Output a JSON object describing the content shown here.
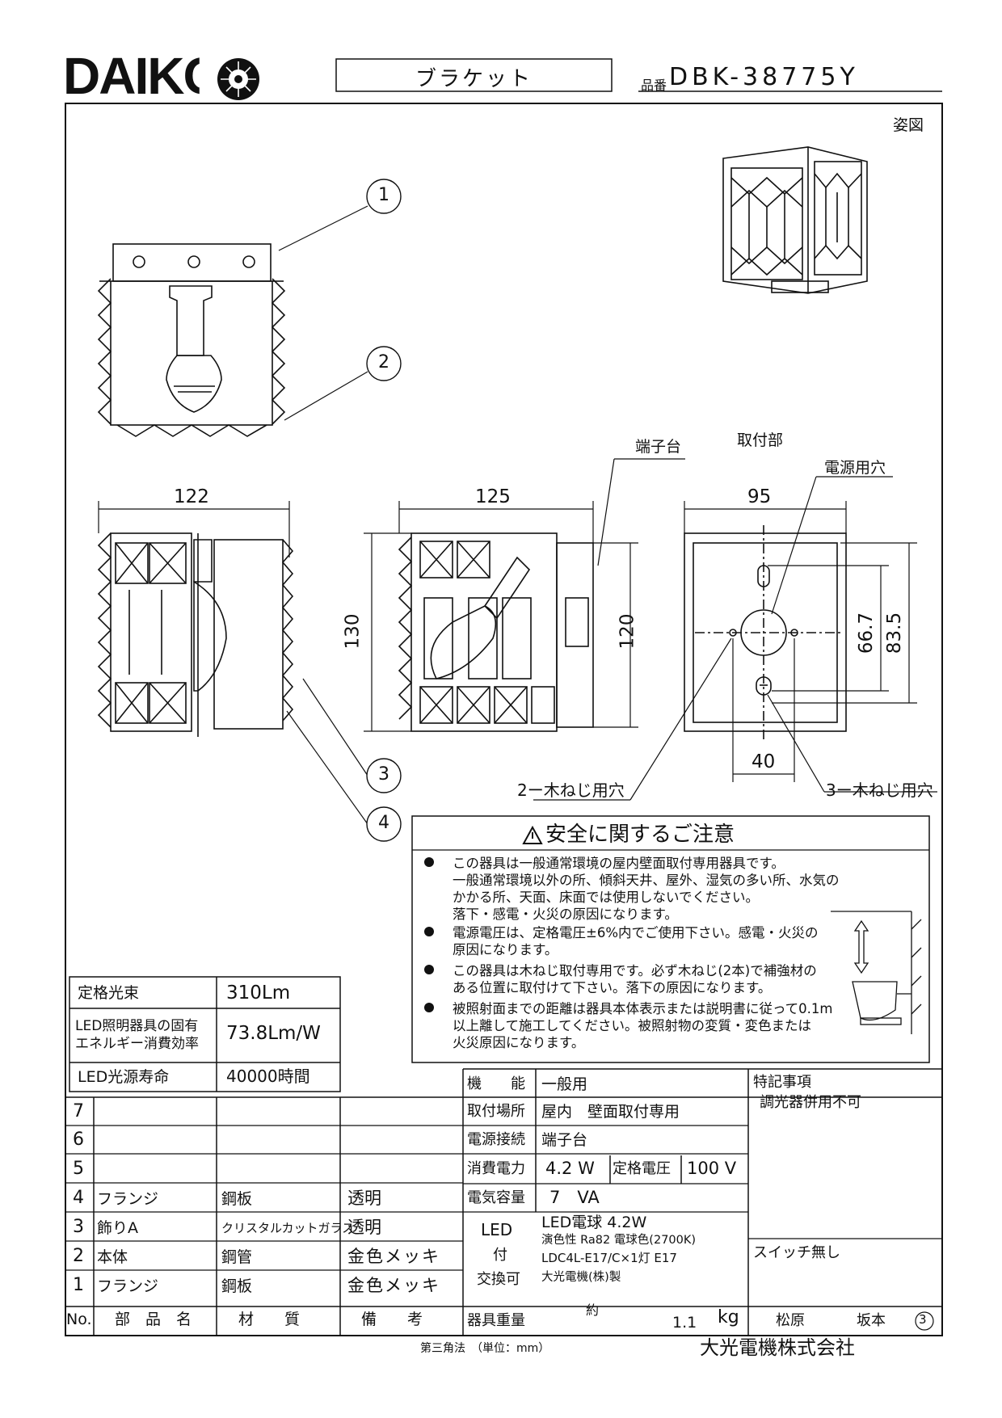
{
  "header": {
    "brand": "DAIKO",
    "product_type": "ブラケット",
    "part_number_label": "品番",
    "part_number": "DBK-38775Y"
  },
  "views": {
    "perspective_label": "姿図",
    "terminal_label": "端子台",
    "mounting_label": "取付部",
    "power_hole_label": "電源用穴",
    "screw_hole_2_label": "2ー木ねじ用穴",
    "screw_hole_3_label": "3ー木ねじ用穴",
    "callouts": [
      "1",
      "2",
      "3",
      "4"
    ],
    "dimensions": {
      "side_width": "122",
      "front_width": "125",
      "height": "130",
      "inner_height": "120",
      "base_width": "95",
      "hole_pitch_1": "66.7",
      "hole_pitch_2": "83.5",
      "hole_spacing": "40"
    }
  },
  "safety": {
    "title": "安全に関するご注意",
    "lines": [
      "この器具は一般通常環境の屋内壁面取付専用器具です。",
      "一般通常環境以外の所、傾斜天井、屋外、湿気の多い所、水気の",
      "かかる所、天面、床面では使用しないでください。",
      "落下・感電・火災の原因になります。",
      "電源電圧は、定格電圧±6%内でご使用下さい。感電・火災の",
      "原因になります。",
      "この器具は木ねじ取付専用です。必ず木ねじ(2本)で補強材の",
      "ある位置に取付けて下さい。落下の原因になります。",
      "被照射面までの距離は器具本体表示または説明書に従って0.1m",
      "以上離して施工してください。被照射物の変質・変色または",
      "火災原因になります。"
    ]
  },
  "led_specs": [
    {
      "label": "定格光束",
      "value": "310Lm"
    },
    {
      "label": "LED照明器具の固有",
      "label2": "エネルギー消費効率",
      "value": "73.8Lm/W"
    },
    {
      "label": "LED光源寿命",
      "value": "40000時間"
    }
  ],
  "parts": {
    "rows": [
      {
        "no": "7",
        "name": "",
        "material": "",
        "note": ""
      },
      {
        "no": "6",
        "name": "",
        "material": "",
        "note": ""
      },
      {
        "no": "5",
        "name": "",
        "material": "",
        "note": ""
      },
      {
        "no": "4",
        "name": "フランジ",
        "material": "鋼板",
        "note": "透明"
      },
      {
        "no": "3",
        "name": "飾りA",
        "material": "クリスタルカットガラス",
        "note": "透明"
      },
      {
        "no": "2",
        "name": "本体",
        "material": "鋼管",
        "note": "金色メッキ"
      },
      {
        "no": "1",
        "name": "フランジ",
        "material": "鋼板",
        "note": "金色メッキ"
      }
    ],
    "headers": {
      "no": "No.",
      "name": "部　品　名",
      "material": "材　　質",
      "note": "備　　考"
    }
  },
  "specs": {
    "function_label": "機　　能",
    "function": "一般用",
    "location_label": "取付場所",
    "location": "屋内　壁面取付専用",
    "power_conn_label": "電源接続",
    "power_conn": "端子台",
    "power_label": "消費電力",
    "power": "4.2 W",
    "voltage_label": "定格電圧",
    "voltage": "100 V",
    "capacity_label": "電気容量",
    "capacity": "7　VA",
    "led_label_1": "LED",
    "led_label_2": "付",
    "led_label_3": "交換可",
    "bulb_1": "LED電球 4.2W",
    "bulb_2": "演色性 Ra82 電球色(2700K)",
    "bulb_3": "LDC4L-E17/C×1灯 E17",
    "bulb_4": "大光電機(株)製",
    "weight_label": "器具重量",
    "weight_approx": "約",
    "weight": "1.1",
    "weight_unit": "kg"
  },
  "remarks": {
    "title": "特記事項",
    "line1": "調光器併用不可",
    "line2": "スイッチ無し"
  },
  "signoff": {
    "person1": "松原",
    "person2": "坂本",
    "rev": "3"
  },
  "footer": {
    "projection": "第三角法　（単位：mm）",
    "company": "大光電機株式会社"
  }
}
